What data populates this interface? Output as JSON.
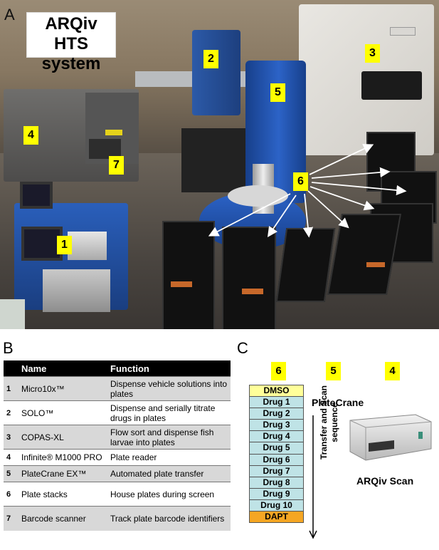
{
  "panel_a": {
    "letter": "A",
    "title_line1": "ARQiv HTS",
    "title_line2": "system",
    "labels": [
      "1",
      "2",
      "3",
      "4",
      "5",
      "6",
      "7"
    ]
  },
  "panel_b": {
    "letter": "B",
    "headers": {
      "name": "Name",
      "function": "Function"
    },
    "rows": [
      {
        "num": "1",
        "name": "Micro10x™",
        "function": "Dispense vehicle solutions into plates"
      },
      {
        "num": "2",
        "name": "SOLO™",
        "function": "Dispense and serially titrate drugs in plates"
      },
      {
        "num": "3",
        "name": "COPAS-XL",
        "function": "Flow sort and dispense fish larvae into plates"
      },
      {
        "num": "4",
        "name": "Infinite® M1000 PRO",
        "function": "Plate reader"
      },
      {
        "num": "5",
        "name": "PlateCrane EX™",
        "function": "Automated plate transfer"
      },
      {
        "num": "6",
        "name": "Plate stacks",
        "function": "House plates during screen"
      },
      {
        "num": "7",
        "name": "Barcode scanner",
        "function": "Track plate barcode identifiers"
      }
    ]
  },
  "panel_c": {
    "letter": "C",
    "column_labels": [
      "6",
      "5",
      "4"
    ],
    "plates": [
      "DMSO",
      "Drug 1",
      "Drug 2",
      "Drug 3",
      "Drug 4",
      "Drug 5",
      "Drug 6",
      "Drug 7",
      "Drug 8",
      "Drug 9",
      "Drug 10",
      "DAPT"
    ],
    "crane_label": "PlateCrane",
    "sequence_label_line1": "Transfer and Scan",
    "sequence_label_line2": "sequence",
    "scan_label": "ARQiv Scan",
    "colors": {
      "dmso": "#ffff99",
      "drug": "#bfe3e6",
      "dapt": "#f5a623",
      "tag": "#ffff00"
    }
  }
}
